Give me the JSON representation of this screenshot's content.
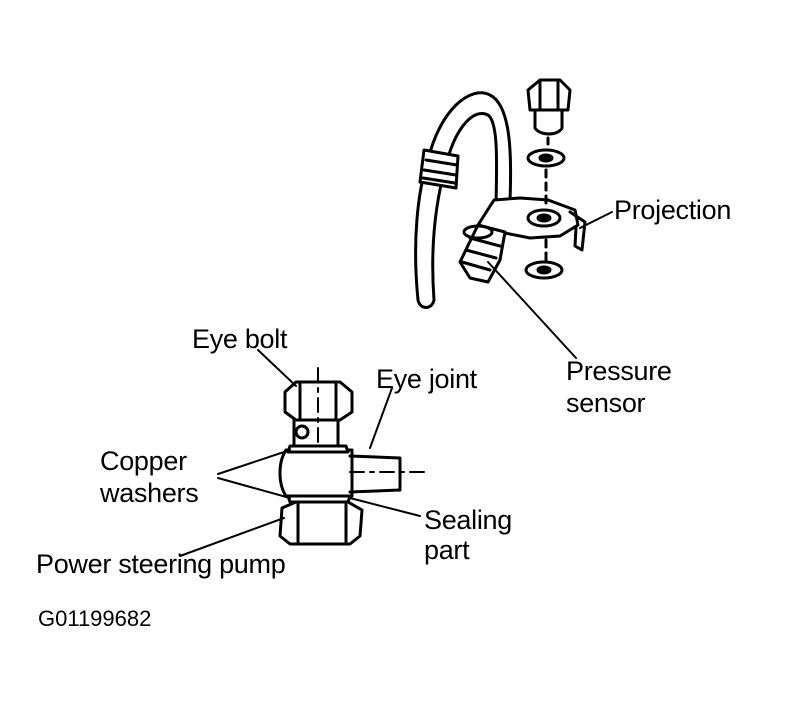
{
  "labels": {
    "projection": "Projection",
    "pressure_sensor_line1": "Pressure",
    "pressure_sensor_line2": "sensor",
    "eye_bolt": "Eye bolt",
    "eye_joint": "Eye joint",
    "copper_washers_line1": "Copper",
    "copper_washers_line2": "washers",
    "sealing_part_line1": "Sealing",
    "sealing_part_line2": "part",
    "power_steering_pump": "Power steering pump"
  },
  "figure_id": "G01199682",
  "colors": {
    "ink": "#000000",
    "paper": "#ffffff"
  }
}
